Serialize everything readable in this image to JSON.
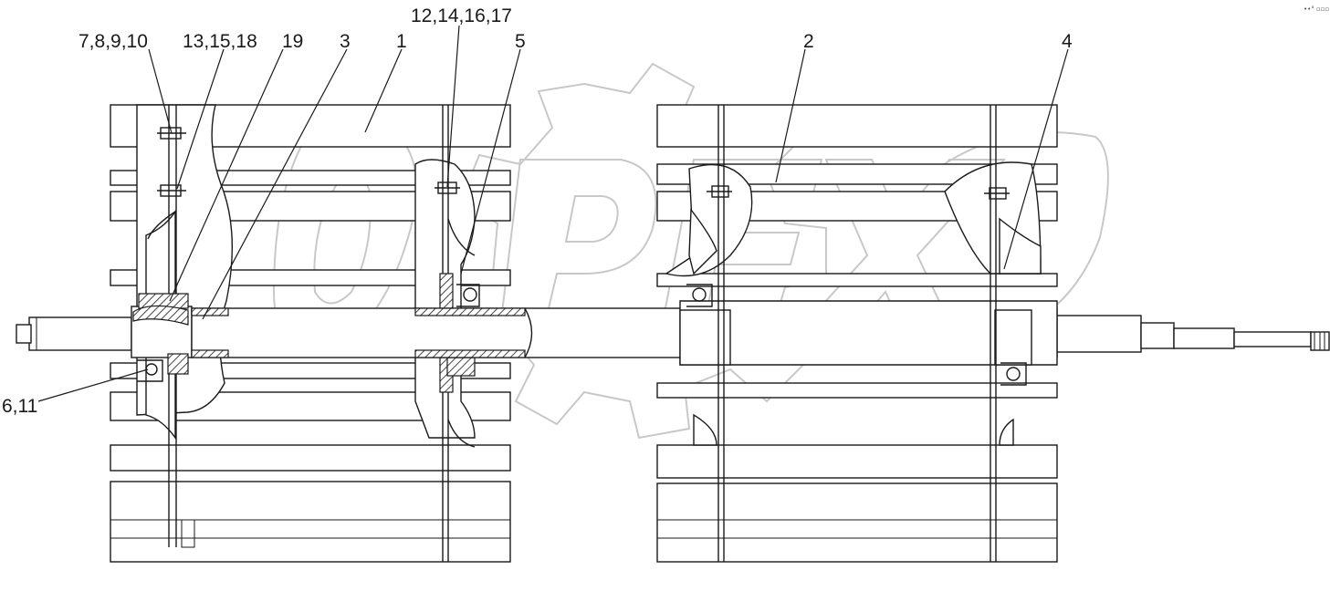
{
  "callouts": [
    {
      "id": "c1",
      "text": "7,8,9,10"
    },
    {
      "id": "c2",
      "text": "13,15,18"
    },
    {
      "id": "c3",
      "text": "19"
    },
    {
      "id": "c4",
      "text": "3"
    },
    {
      "id": "c5",
      "text": "1"
    },
    {
      "id": "c6",
      "text": "12,14,16,17"
    },
    {
      "id": "c7",
      "text": "5"
    },
    {
      "id": "c8",
      "text": "2"
    },
    {
      "id": "c9",
      "text": "4"
    },
    {
      "id": "c10",
      "text": "6,11"
    }
  ],
  "watermark": {
    "text": "OPEX",
    "color": "#c8c8c8"
  },
  "corner_mark": {
    "text": "••° ▫▫▫"
  },
  "colors": {
    "line": "#1a1a1a",
    "background": "#ffffff"
  }
}
